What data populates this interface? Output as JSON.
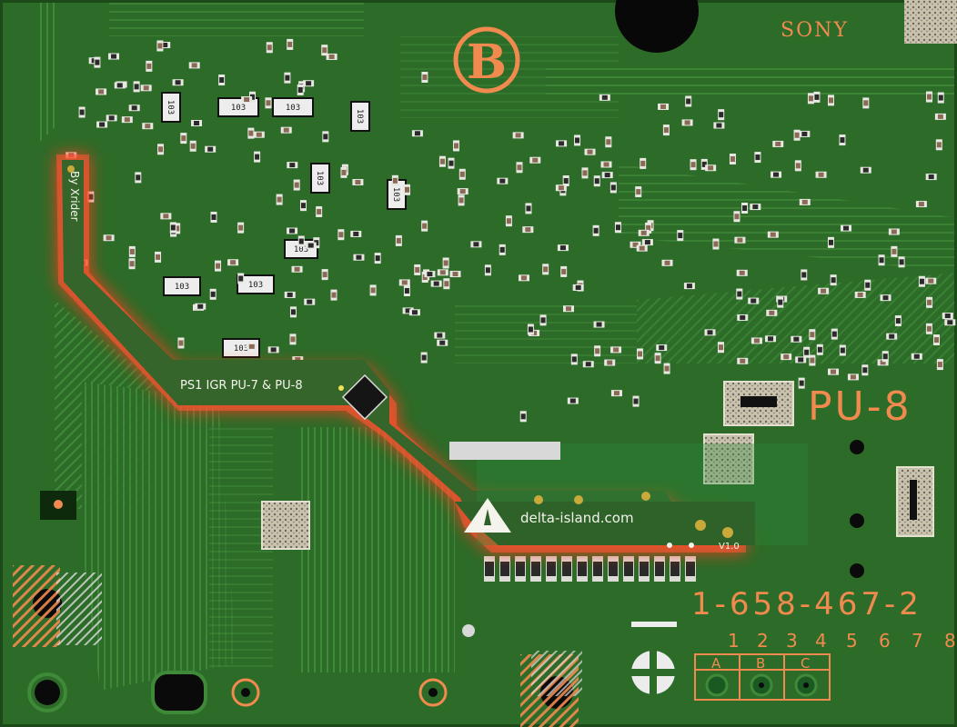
{
  "board": {
    "brand": "SONY",
    "board_letter": "B",
    "model": "PU-8",
    "part_number": "1-658-467-2",
    "pin_numbers": [
      "1",
      "2",
      "3",
      "4",
      "5",
      "6",
      "7",
      "8"
    ],
    "jumper_labels": [
      "A",
      "B",
      "C"
    ],
    "chip_marking": "103"
  },
  "flex_pcb": {
    "author": "By Xrider",
    "title": "PS1 IGR PU-7 & PU-8",
    "website": "delta-island.com",
    "version": "V1.0"
  },
  "colors": {
    "pcb": "#2d6b29",
    "trace": "#3f8a38",
    "silkscreen": "#f08a4e",
    "flex_glow": "#ff3a1a",
    "gold": "#c8a93a"
  }
}
